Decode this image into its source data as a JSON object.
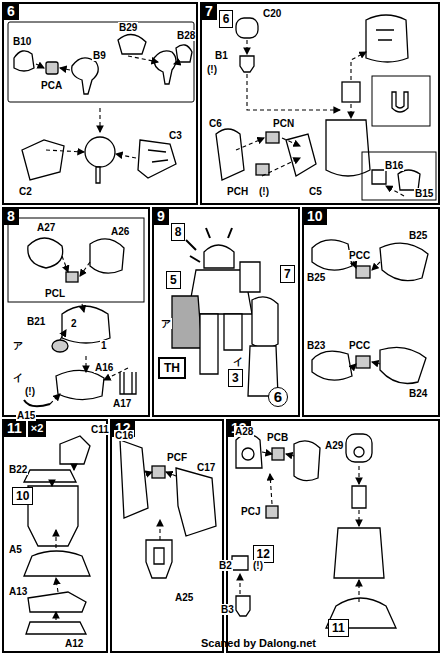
{
  "diagram": {
    "nodes": [
      {
        "text": [
          "6"
        ]
      },
      {
        "text": [
          "7"
        ]
      },
      {
        "text": [
          "6"
        ],
        "in": 1
      },
      {
        "text": [
          "8"
        ]
      },
      {
        "text": [
          "9"
        ]
      },
      {
        "text": [
          "8"
        ],
        "in": 4
      },
      {
        "text": [
          "5"
        ],
        "in": 4
      },
      {
        "text": [
          "7"
        ],
        "in": 4
      },
      {
        "text": [
          "3"
        ],
        "in": 4
      },
      {
        "text": [
          "TH"
        ],
        "in": 4
      },
      {
        "text": [
          "6"
        ],
        "in": 4
      },
      {
        "text": [
          "10"
        ]
      },
      {
        "text": [
          "11",
          "×2"
        ]
      },
      {
        "text": [
          "10"
        ],
        "in": 12
      },
      {
        "text": [
          "12"
        ]
      },
      {
        "text": [
          "13"
        ]
      },
      {
        "text": [
          "12"
        ],
        "in": 15
      },
      {
        "text": [
          "11"
        ],
        "in": 15
      }
    ],
    "labels": [
      "B10",
      "PCA",
      "B9",
      "B29",
      "B28",
      "C2",
      "C3",
      "C20",
      "B1",
      "(!)",
      "C6",
      "PCN",
      "PCH",
      "(!)",
      "C5",
      "B16",
      "B15",
      "A27",
      "A26",
      "PCL",
      "B21",
      "ア",
      "1",
      "2",
      "イ",
      "A16",
      "(!)",
      "A15",
      "A17",
      "ア",
      "イ",
      "B25",
      "PCC",
      "B25",
      "B23",
      "PCC",
      "B24",
      "C11",
      "B22",
      "A5",
      "A13",
      "A12",
      "C16",
      "PCF",
      "C17",
      "A25",
      "A28",
      "PCB",
      "A29",
      "PCJ",
      "B2",
      "(!)",
      "B3",
      "Scaned by Dalong.net"
    ]
  }
}
